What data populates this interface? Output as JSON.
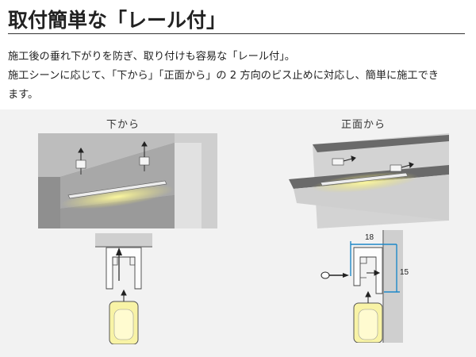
{
  "header": {
    "title": "取付簡単な「レール付」"
  },
  "description": {
    "line1": "施工後の垂れ下がりを防ぎ、取り付けも容易な「レール付」。",
    "line2": "施工シーンに応じて、「下から」「正面から」の 2 方向のビス止めに対応し、簡単に施工でき",
    "line3": "ます。"
  },
  "captions": {
    "from_below": "下から",
    "from_front": "正面から"
  },
  "dimensions": {
    "width": "18",
    "height": "15"
  },
  "colors": {
    "led_glow": "#f2ec86",
    "dimension_line": "#1e88c8",
    "panel_bg": "#f2f2f2"
  }
}
